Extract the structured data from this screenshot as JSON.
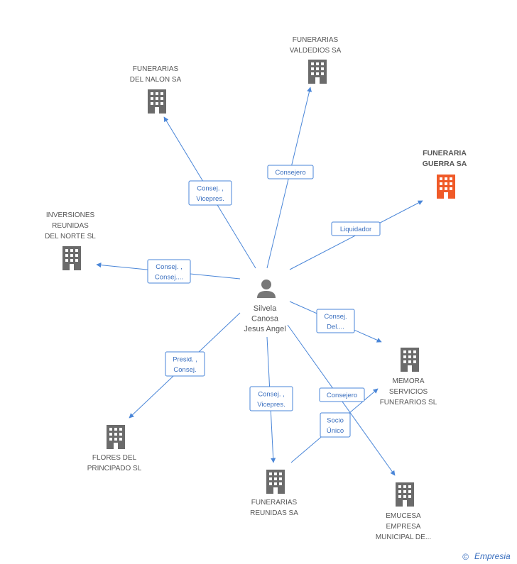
{
  "center": {
    "name_lines": [
      "Silvela",
      "Canosa",
      "Jesus Angel"
    ],
    "icon": "person-icon"
  },
  "companies": [
    {
      "id": "valdedios",
      "lines": [
        "FUNERARIAS",
        "VALDEDIOS SA"
      ],
      "highlight": false,
      "icon": "building-icon"
    },
    {
      "id": "nalon",
      "lines": [
        "FUNERARIAS",
        "DEL NALON SA"
      ],
      "highlight": false,
      "icon": "building-icon"
    },
    {
      "id": "guerra",
      "lines": [
        "FUNERARIA",
        "GUERRA SA"
      ],
      "highlight": true,
      "icon": "building-icon"
    },
    {
      "id": "inversiones",
      "lines": [
        "INVERSIONES",
        "REUNIDAS",
        "DEL NORTE SL"
      ],
      "highlight": false,
      "icon": "building-icon"
    },
    {
      "id": "memora",
      "lines": [
        "MEMORA",
        "SERVICIOS",
        "FUNERARIOS  SL"
      ],
      "highlight": false,
      "icon": "building-icon"
    },
    {
      "id": "flores",
      "lines": [
        "FLORES DEL",
        "PRINCIPADO SL"
      ],
      "highlight": false,
      "icon": "building-icon"
    },
    {
      "id": "reunidas",
      "lines": [
        "FUNERARIAS",
        "REUNIDAS SA"
      ],
      "highlight": false,
      "icon": "building-icon"
    },
    {
      "id": "emucesa",
      "lines": [
        "EMUCESA",
        "EMPRESA",
        "MUNICIPAL DE..."
      ],
      "highlight": false,
      "icon": "building-icon"
    }
  ],
  "relations": [
    {
      "to": "valdedios",
      "lines": [
        "Consejero"
      ]
    },
    {
      "to": "nalon",
      "lines": [
        "Consej. ,",
        "Vicepres."
      ]
    },
    {
      "to": "guerra",
      "lines": [
        "Liquidador"
      ]
    },
    {
      "to": "inversiones",
      "lines": [
        "Consej. ,",
        "Consej...."
      ]
    },
    {
      "to": "memora",
      "lines": [
        "Consej.",
        "Del...."
      ]
    },
    {
      "to": "flores",
      "lines": [
        "Presid. ,",
        "Consej."
      ]
    },
    {
      "to": "reunidas",
      "lines": [
        "Consej. ,",
        "Vicepres."
      ]
    },
    {
      "to": "emucesa",
      "lines": [
        "Consejero"
      ]
    },
    {
      "from": "reunidas",
      "to": "memora",
      "lines": [
        "Socio",
        "Único"
      ]
    }
  ],
  "colors": {
    "edge": "#4a86d8",
    "building": "#6b6b6b",
    "highlight": "#f05a28",
    "person": "#777777"
  },
  "watermark": {
    "symbol": "©",
    "brand": "Empresia"
  }
}
